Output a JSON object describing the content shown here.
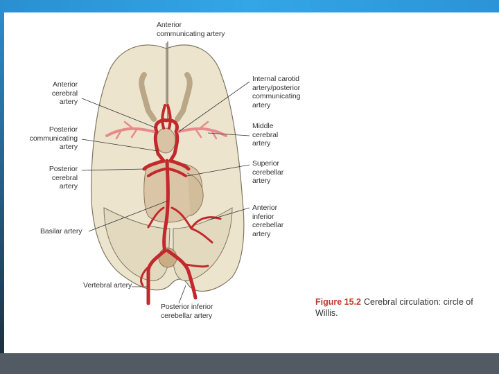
{
  "labels": {
    "anterior_communicating": [
      "Anterior",
      "communicating artery"
    ],
    "anterior_cerebral": [
      "Anterior",
      "cerebral",
      "artery"
    ],
    "posterior_communicating": [
      "Posterior",
      "communicating",
      "artery"
    ],
    "posterior_cerebral": [
      "Posterior",
      "cerebral",
      "artery"
    ],
    "basilar": [
      "Basilar artery"
    ],
    "vertebral": [
      "Vertebral artery"
    ],
    "pica": [
      "Posterior inferior",
      "cerebellar artery"
    ],
    "internal_carotid": [
      "Internal carotid",
      "artery/posterior",
      "communicating",
      "artery"
    ],
    "middle_cerebral": [
      "Middle",
      "cerebral",
      "artery"
    ],
    "superior_cerebellar": [
      "Superior",
      "cerebellar",
      "artery"
    ],
    "aica": [
      "Anterior",
      "inferior",
      "cerebellar",
      "artery"
    ]
  },
  "caption": {
    "number": "Figure 15.2",
    "text": "Cerebral circulation: circle of",
    "text2": "Willis."
  }
}
